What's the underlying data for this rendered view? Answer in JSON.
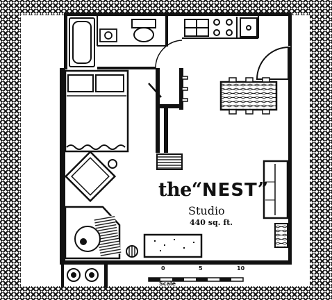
{
  "plan": {
    "name_prefix": "the",
    "name_quoted": "NEST",
    "type": "Studio",
    "area": "440 sq. ft."
  },
  "scale": {
    "ticks": [
      "0",
      "5",
      "10"
    ],
    "label": "Scale"
  }
}
